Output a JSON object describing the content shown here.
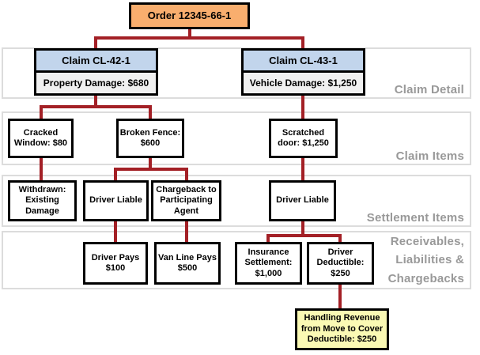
{
  "diagram": {
    "root": {
      "label": "Order 12345-66-1"
    },
    "bands": [
      {
        "label": "Claim Detail"
      },
      {
        "label": "Claim Items"
      },
      {
        "label": "Settlement Items"
      },
      {
        "label_lines": [
          "Receivables,",
          "Liabilities &",
          "Chargebacks"
        ]
      }
    ],
    "claims": [
      {
        "id": "Claim CL-42-1",
        "detail": "Property Damage: $680"
      },
      {
        "id": "Claim CL-43-1",
        "detail": "Vehicle Damage: $1,250"
      }
    ],
    "claim_items": [
      {
        "label": "Cracked Window: $80"
      },
      {
        "label": "Broken Fence: $600"
      },
      {
        "label": "Scratched door: $1,250"
      }
    ],
    "settlement_items": [
      {
        "label": "Withdrawn: Existing Damage"
      },
      {
        "label": "Driver Liable"
      },
      {
        "label": "Chargeback to Participating Agent"
      },
      {
        "label": "Driver Liable"
      }
    ],
    "receivables": [
      {
        "label": "Driver Pays $100"
      },
      {
        "label": "Van Line Pays $500"
      },
      {
        "label": "Insurance Settlement: $1,000"
      },
      {
        "label": "Driver Deductible: $250"
      }
    ],
    "note": {
      "label": "Handling Revenue from Move to Cover Deductible: $250"
    },
    "colors": {
      "connector": "#a32026",
      "order_fill": "#f9ae6e",
      "claim_header_fill": "#c2d5ec",
      "claim_value_fill": "#f0f0f0",
      "note_fill": "#faf9b4",
      "band_label": "#999999",
      "band_border": "#dcdcdc",
      "box_border": "#000000"
    }
  }
}
